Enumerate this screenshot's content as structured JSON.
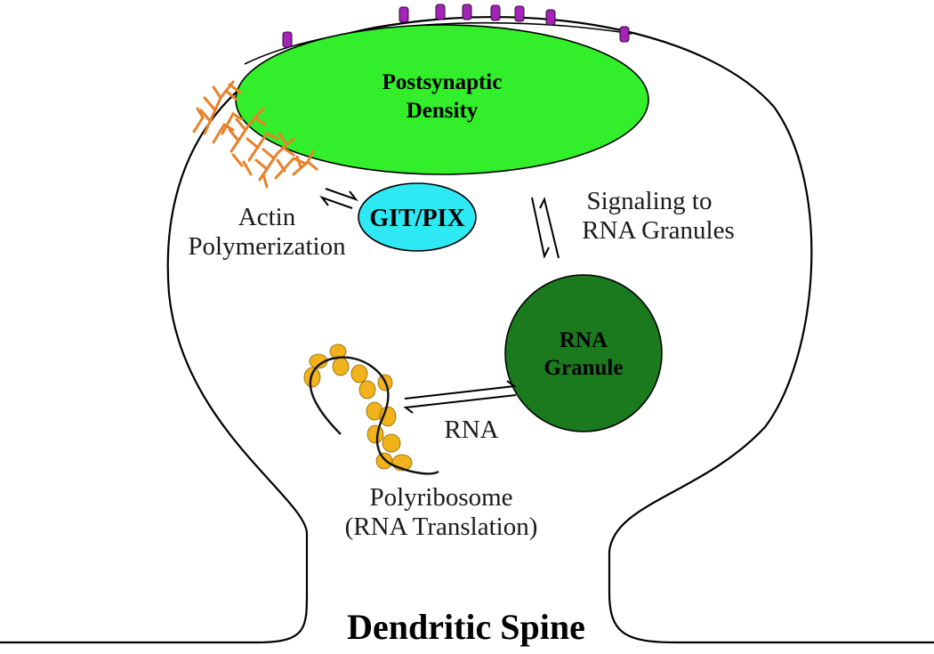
{
  "labels": {
    "psd_line1": "Postsynaptic",
    "psd_line2": "Density",
    "git_pix": "GIT/PIX",
    "actin_line1": "Actin",
    "actin_line2": "Polymerization",
    "signaling_line1": "Signaling to",
    "signaling_line2": "RNA Granules",
    "granule_line1": "RNA",
    "granule_line2": "Granule",
    "rna": "RNA",
    "polyribosome_line1": "Polyribosome",
    "polyribosome_line2": "(RNA Translation)",
    "title": "Dendritic Spine"
  },
  "colors": {
    "postsynaptic_density": "#33ee2a",
    "git_pix": "#2ee8f4",
    "rna_granule": "#1b7a1e",
    "actin": "#e8812a",
    "ribosome": "#f2b21c",
    "receptor": "#a424b8",
    "outline": "#000000"
  }
}
